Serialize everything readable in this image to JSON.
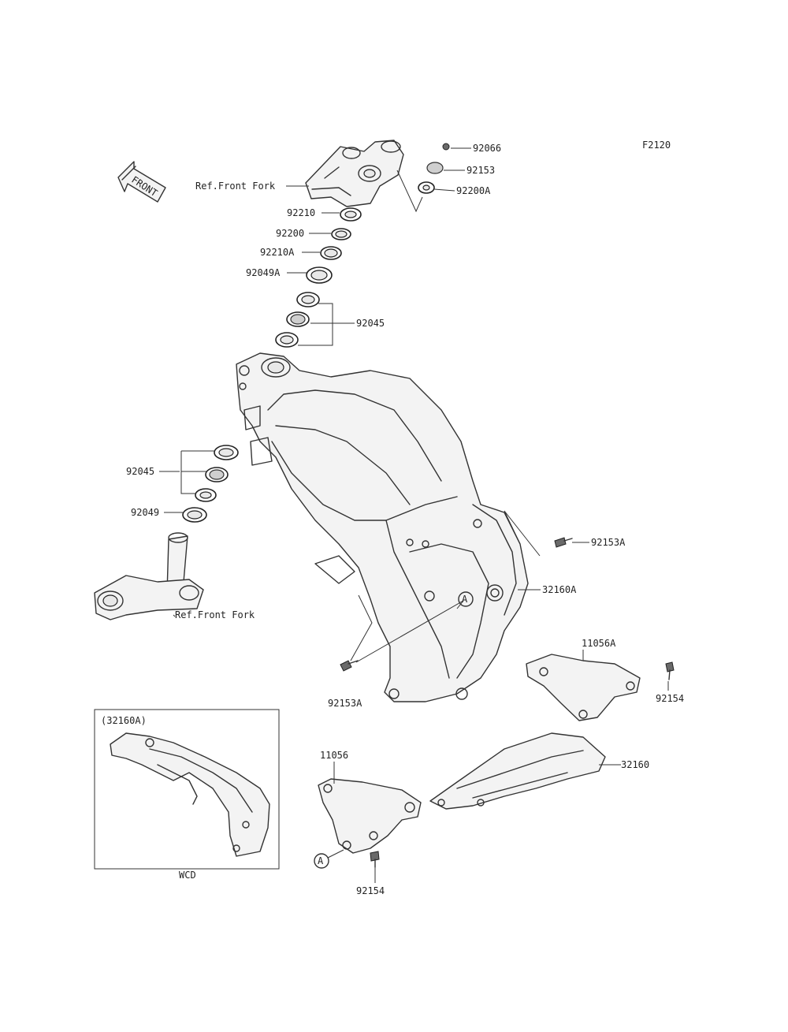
{
  "diagram_code": "F2120",
  "front_label": "FRONT",
  "callouts": {
    "p92066": "92066",
    "p92153": "92153",
    "p92200A": "92200A",
    "ref_front_fork_top": "Ref.Front Fork",
    "p92210": "92210",
    "p92200": "92200",
    "p92210A": "92210A",
    "p92049A": "92049A",
    "p92045_top": "92045",
    "p92045_bottom": "92045",
    "p92049": "92049",
    "ref_front_fork_bottom": "Ref.Front Fork",
    "p92153A_right": "92153A",
    "p32160A": "32160A",
    "p92153A_bottom": "92153A",
    "p11056A": "11056A",
    "p92154_right": "92154",
    "p32160": "32160",
    "p11056": "11056",
    "p92154_bottom": "92154"
  },
  "ref_markers": {
    "a_frame": "A",
    "a_bracket": "A"
  },
  "inset": {
    "title": "(32160A)",
    "caption": "WCD"
  }
}
